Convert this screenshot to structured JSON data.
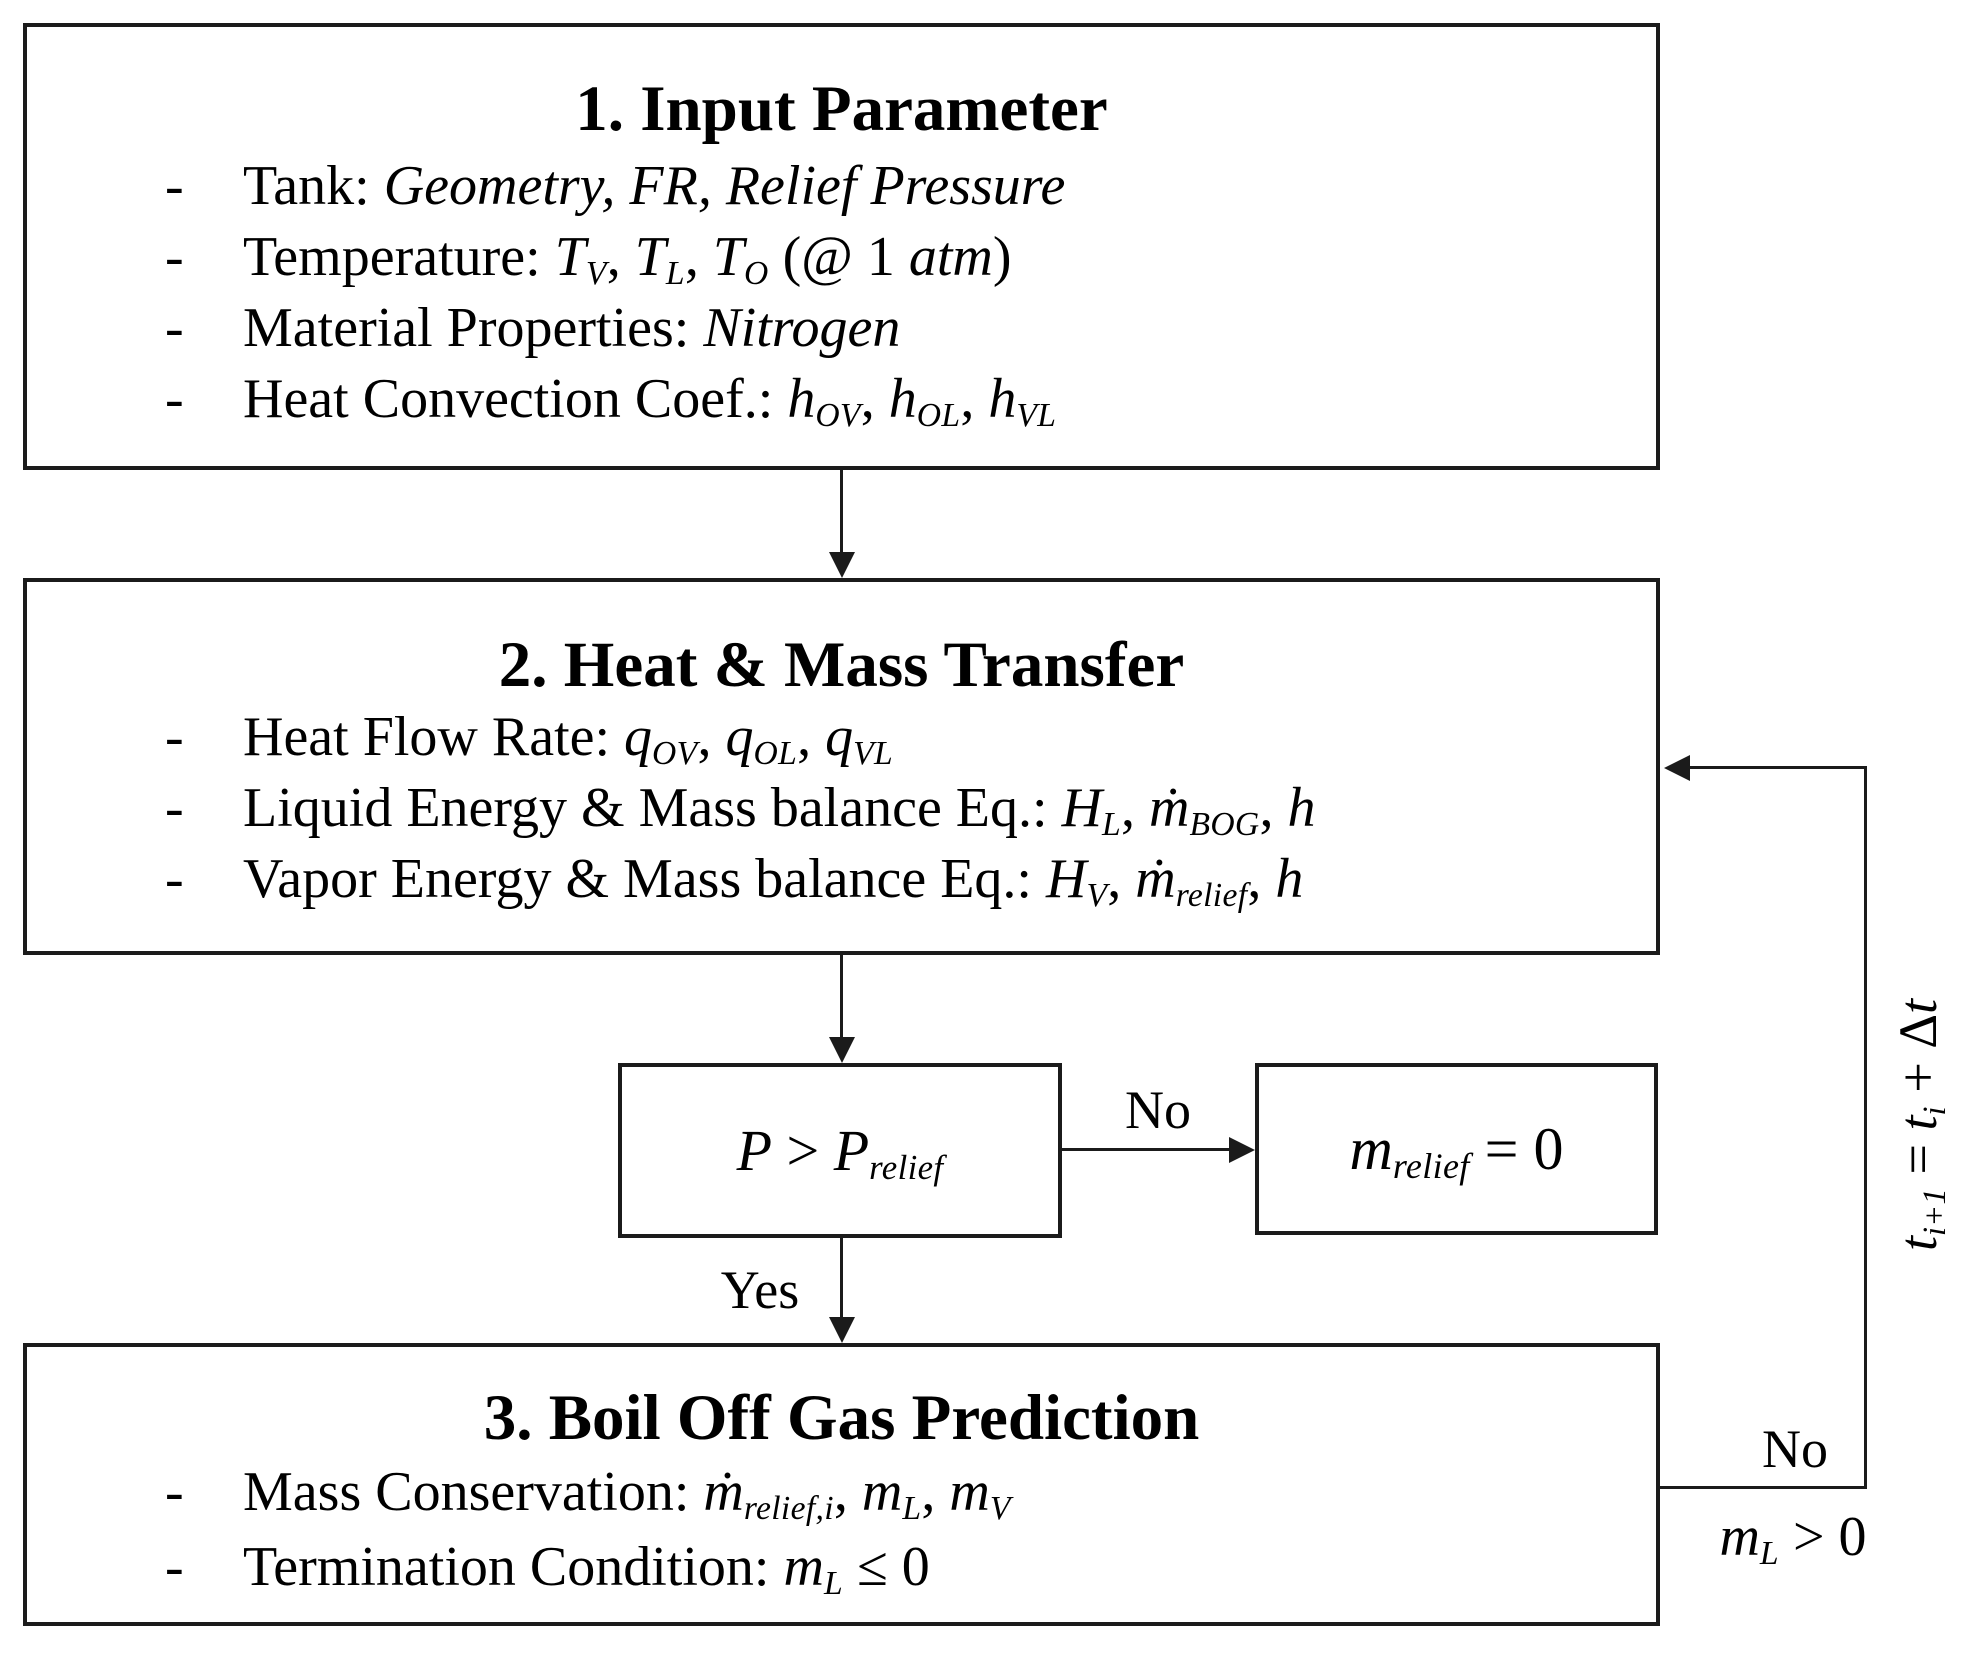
{
  "palette": {
    "background": "#ffffff",
    "line": "#1b1b1b",
    "text": "#000000"
  },
  "marks": {
    "dash": "-"
  },
  "box1": {
    "title": "1. Input Parameter",
    "bullets": [
      [
        {
          "t": "Tank: "
        },
        {
          "t": "Geometry, FR, Relief Pressure",
          "i": true
        }
      ],
      [
        {
          "t": "Temperature: "
        },
        {
          "t": "T",
          "i": true
        },
        {
          "t": "V",
          "i": true,
          "sub": true
        },
        {
          "t": ", "
        },
        {
          "t": "T",
          "i": true
        },
        {
          "t": "L",
          "i": true,
          "sub": true
        },
        {
          "t": ", "
        },
        {
          "t": "T",
          "i": true
        },
        {
          "t": "O",
          "i": true,
          "sub": true
        },
        {
          "t": " (@ 1 "
        },
        {
          "t": "atm",
          "i": true
        },
        {
          "t": ")"
        }
      ],
      [
        {
          "t": "Material Properties: "
        },
        {
          "t": "Nitrogen",
          "i": true
        }
      ],
      [
        {
          "t": "Heat Convection Coef.: "
        },
        {
          "t": "h",
          "i": true
        },
        {
          "t": "OV",
          "i": true,
          "sub": true
        },
        {
          "t": ", "
        },
        {
          "t": "h",
          "i": true
        },
        {
          "t": "OL",
          "i": true,
          "sub": true
        },
        {
          "t": ", "
        },
        {
          "t": "h",
          "i": true
        },
        {
          "t": "VL",
          "i": true,
          "sub": true
        }
      ]
    ]
  },
  "box2": {
    "title": "2. Heat & Mass Transfer",
    "bullets": [
      [
        {
          "t": "Heat Flow Rate: "
        },
        {
          "t": "q",
          "i": true
        },
        {
          "t": "OV",
          "i": true,
          "sub": true
        },
        {
          "t": ", "
        },
        {
          "t": "q",
          "i": true
        },
        {
          "t": "OL",
          "i": true,
          "sub": true
        },
        {
          "t": ", "
        },
        {
          "t": "q",
          "i": true
        },
        {
          "t": "VL",
          "i": true,
          "sub": true
        }
      ],
      [
        {
          "t": "Liquid Energy & Mass balance Eq.: "
        },
        {
          "t": "H",
          "i": true
        },
        {
          "t": "L",
          "i": true,
          "sub": true
        },
        {
          "t": ", "
        },
        {
          "t": "ṁ",
          "i": true
        },
        {
          "t": "BOG",
          "i": true,
          "sub": true
        },
        {
          "t": ", "
        },
        {
          "t": "h",
          "i": true
        }
      ],
      [
        {
          "t": "Vapor Energy & Mass balance Eq.: "
        },
        {
          "t": "H",
          "i": true
        },
        {
          "t": "V",
          "i": true,
          "sub": true
        },
        {
          "t": ", "
        },
        {
          "t": "ṁ",
          "i": true
        },
        {
          "t": "relief",
          "i": true,
          "sub": true
        },
        {
          "t": ", "
        },
        {
          "t": "h",
          "i": true
        }
      ]
    ]
  },
  "decision": {
    "text": [
      {
        "t": "P",
        "i": true
      },
      {
        "t": " > "
      },
      {
        "t": "P",
        "i": true
      },
      {
        "t": "relief",
        "i": true,
        "sub": true
      }
    ]
  },
  "relief": {
    "text": [
      {
        "t": "m",
        "i": true
      },
      {
        "t": "relief",
        "i": true,
        "sub": true
      },
      {
        "t": " = 0"
      }
    ]
  },
  "box3": {
    "title": "3. Boil Off Gas Prediction",
    "bullets": [
      [
        {
          "t": "Mass Conservation: "
        },
        {
          "t": "ṁ",
          "i": true
        },
        {
          "t": "relief,i",
          "i": true,
          "sub": true
        },
        {
          "t": ", "
        },
        {
          "t": "m",
          "i": true
        },
        {
          "t": "L",
          "i": true,
          "sub": true
        },
        {
          "t": ", "
        },
        {
          "t": "m",
          "i": true
        },
        {
          "t": "V",
          "i": true,
          "sub": true
        }
      ],
      [
        {
          "t": "Termination Condition: "
        },
        {
          "t": "m",
          "i": true
        },
        {
          "t": "L",
          "i": true,
          "sub": true
        },
        {
          "t": " ≤ 0"
        }
      ]
    ]
  },
  "labels": {
    "decision_no": "No",
    "decision_yes": "Yes",
    "loop_no": "No",
    "loop_condition": [
      {
        "t": "m",
        "i": true
      },
      {
        "t": "L",
        "i": true,
        "sub": true
      },
      {
        "t": " > 0"
      }
    ],
    "time_update": [
      {
        "t": "t",
        "i": true
      },
      {
        "t": "i+1",
        "i": true,
        "sub": true
      },
      {
        "t": " = "
      },
      {
        "t": "t",
        "i": true
      },
      {
        "t": "i",
        "i": true,
        "sub": true
      },
      {
        "t": " + Δ"
      },
      {
        "t": "t",
        "i": true
      }
    ]
  }
}
